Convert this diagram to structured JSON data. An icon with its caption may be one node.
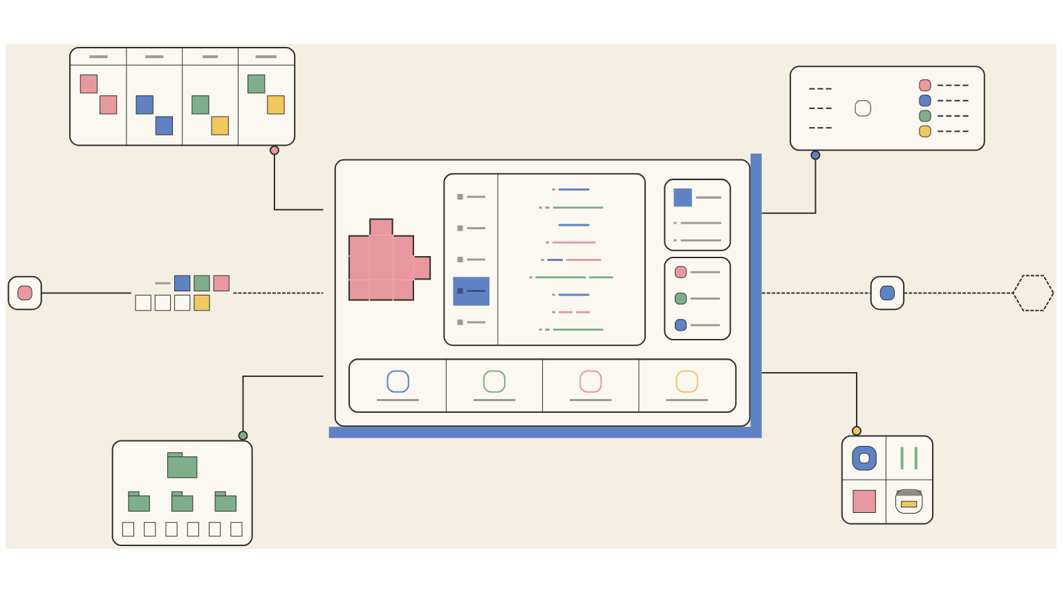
{
  "diagram": {
    "nodes": [
      {
        "text": [],
        "shape": "picture"
      },
      {
        "text": [],
        "shape": "picture"
      },
      {
        "text": [],
        "shape": "picture"
      },
      {
        "text": [],
        "shape": "box"
      },
      {
        "text": [],
        "shape": "picture"
      },
      {
        "text": [],
        "shape": "box"
      },
      {
        "text": [],
        "shape": "hexagon"
      },
      {
        "text": [],
        "shape": "picture"
      },
      {
        "text": [],
        "shape": "picture"
      }
    ],
    "edges": [
      {
        "from": 0,
        "to": 2,
        "arrow": "other"
      },
      {
        "from": 2,
        "to": 1,
        "arrow": "other"
      },
      {
        "from": 3,
        "to": 4,
        "arrow": "none"
      },
      {
        "from": 4,
        "to": 2,
        "arrow": "none",
        "style": "dashed"
      },
      {
        "from": 2,
        "to": 5,
        "arrow": "none",
        "style": "dashed"
      },
      {
        "from": 5,
        "to": 6,
        "arrow": "none",
        "style": "dashed"
      },
      {
        "from": 7,
        "to": 2,
        "arrow": "other"
      },
      {
        "from": 2,
        "to": 8,
        "arrow": "other"
      }
    ]
  }
}
